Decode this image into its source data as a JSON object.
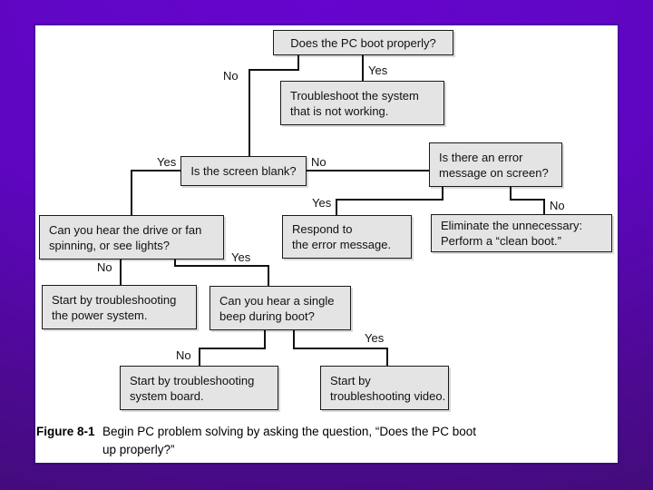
{
  "colors": {
    "bg_top": "#6505ce",
    "bg_bottom": "#400c74",
    "panel": "#ffffff",
    "node_fill": "#e4e4e4",
    "node_border": "#1a1a1a",
    "connector": "#111111",
    "text": "#111111"
  },
  "flowchart": {
    "nodes": {
      "root": {
        "lines": [
          "Does the PC boot properly?"
        ]
      },
      "troubleshoot_system": {
        "lines": [
          "Troubleshoot the system",
          "that is not working."
        ]
      },
      "screen_blank": {
        "lines": [
          "Is the screen blank?"
        ]
      },
      "error_message": {
        "lines": [
          "Is there an error",
          "message on screen?"
        ]
      },
      "drive_fan": {
        "lines": [
          "Can you hear the drive or fan",
          "spinning, or see lights?"
        ]
      },
      "respond": {
        "lines": [
          "Respond to",
          "the error message."
        ]
      },
      "eliminate": {
        "lines": [
          "Eliminate the unnecessary:",
          "Perform a “clean boot.”"
        ]
      },
      "power_system": {
        "lines": [
          "Start by troubleshooting",
          "the power system."
        ]
      },
      "single_beep": {
        "lines": [
          "Can you hear a single",
          "beep during boot?"
        ]
      },
      "system_board": {
        "lines": [
          "Start by troubleshooting",
          "system board."
        ]
      },
      "video": {
        "lines": [
          "Start by",
          "troubleshooting video."
        ]
      }
    },
    "edges": [
      {
        "from": "root",
        "to": "troubleshoot_system",
        "label": "Yes"
      },
      {
        "from": "root",
        "to": "screen_blank",
        "label": "No"
      },
      {
        "from": "screen_blank",
        "to": "drive_fan",
        "label": "Yes"
      },
      {
        "from": "screen_blank",
        "to": "error_message",
        "label": "No"
      },
      {
        "from": "error_message",
        "to": "respond",
        "label": "Yes"
      },
      {
        "from": "error_message",
        "to": "eliminate",
        "label": "No"
      },
      {
        "from": "drive_fan",
        "to": "power_system",
        "label": "No"
      },
      {
        "from": "drive_fan",
        "to": "single_beep",
        "label": "Yes"
      },
      {
        "from": "single_beep",
        "to": "system_board",
        "label": "No"
      },
      {
        "from": "single_beep",
        "to": "video",
        "label": "Yes"
      }
    ]
  },
  "caption": {
    "label": "Figure 8-1",
    "line1": "Begin PC problem solving by asking the question, “Does the PC boot",
    "line2": "up properly?”"
  }
}
